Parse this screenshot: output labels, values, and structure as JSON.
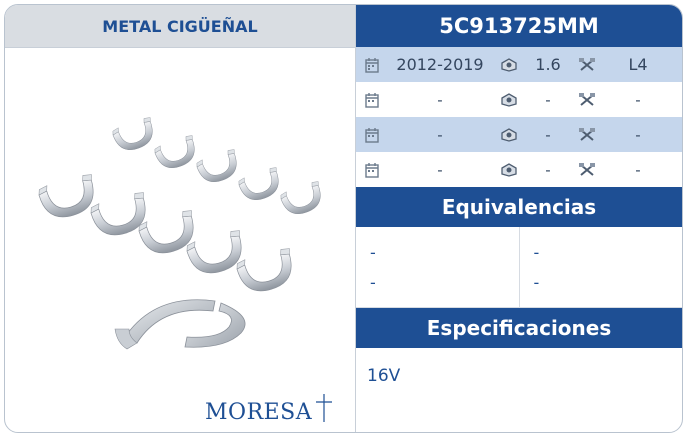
{
  "product": {
    "category_title": "METAL CIGÜEÑAL",
    "part_code": "5C913725MM",
    "brand_logo": "MORESA"
  },
  "applications": [
    {
      "years": "2012-2019",
      "engine": "1.6",
      "config": "L4"
    },
    {
      "years": "-",
      "engine": "-",
      "config": "-"
    },
    {
      "years": "-",
      "engine": "-",
      "config": "-"
    },
    {
      "years": "-",
      "engine": "-",
      "config": "-"
    }
  ],
  "icons": {
    "year": "calendar-icon",
    "engine": "engine-icon",
    "config": "pistons-icon"
  },
  "equivalencias": {
    "title": "Equivalencias",
    "col1": [
      "-",
      "-"
    ],
    "col2": [
      "-",
      "-"
    ]
  },
  "especificaciones": {
    "title": "Especificaciones",
    "value": "16V"
  },
  "colors": {
    "primary": "#1e4f94",
    "header_gray": "#d9dde2",
    "row_shade": "#c5d6ec"
  }
}
